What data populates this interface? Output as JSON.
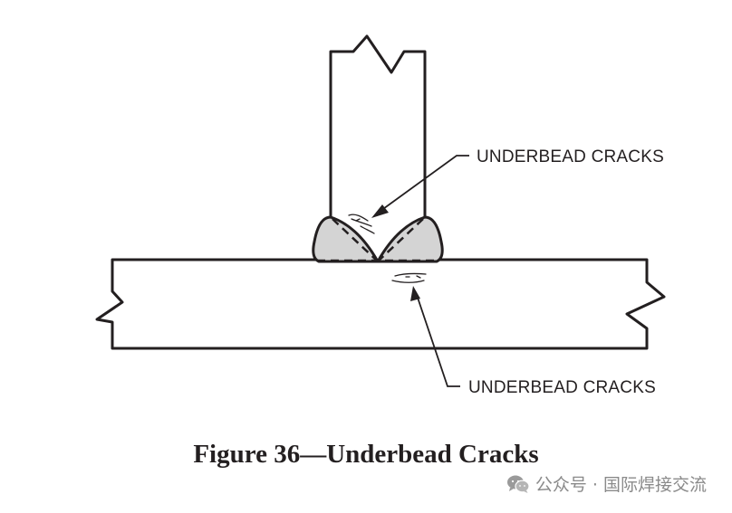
{
  "diagram": {
    "callouts": [
      {
        "label": "UNDERBEAD CRACKS"
      },
      {
        "label": "UNDERBEAD CRACKS"
      }
    ],
    "caption": "Figure 36—Underbead Cracks",
    "colors": {
      "line": "#231f20",
      "weld_fill": "#d4d4d4"
    }
  },
  "watermark": {
    "icon": "wechat-icon",
    "text": "公众号 · 国际焊接交流"
  }
}
